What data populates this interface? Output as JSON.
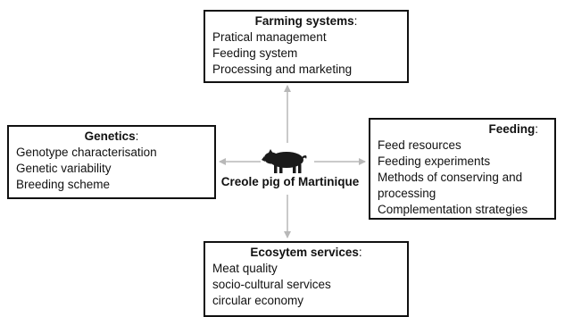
{
  "boxes": {
    "farming": {
      "title": "Farming systems",
      "colon": ":",
      "items": [
        "Pratical management",
        "Feeding system",
        "Processing and marketing"
      ]
    },
    "genetics": {
      "title": "Genetics",
      "colon": ":",
      "items": [
        "Genotype characterisation",
        "Genetic variability",
        "Breeding scheme"
      ]
    },
    "feeding": {
      "title": "Feeding",
      "colon": ":",
      "items": [
        "Feed resources",
        "Feeding experiments",
        "Methods of conserving and processing",
        "Complementation strategies"
      ]
    },
    "ecosystem": {
      "title": "Ecosytem services",
      "colon": ":",
      "items": [
        "Meat quality",
        "socio-cultural services",
        "circular economy"
      ]
    }
  },
  "center": {
    "label": "Creole pig of Martinique",
    "icon": "pig-icon"
  },
  "colors": {
    "arrow": "#b8b8b8",
    "border": "#111111",
    "pig": "#1a1a1a"
  }
}
